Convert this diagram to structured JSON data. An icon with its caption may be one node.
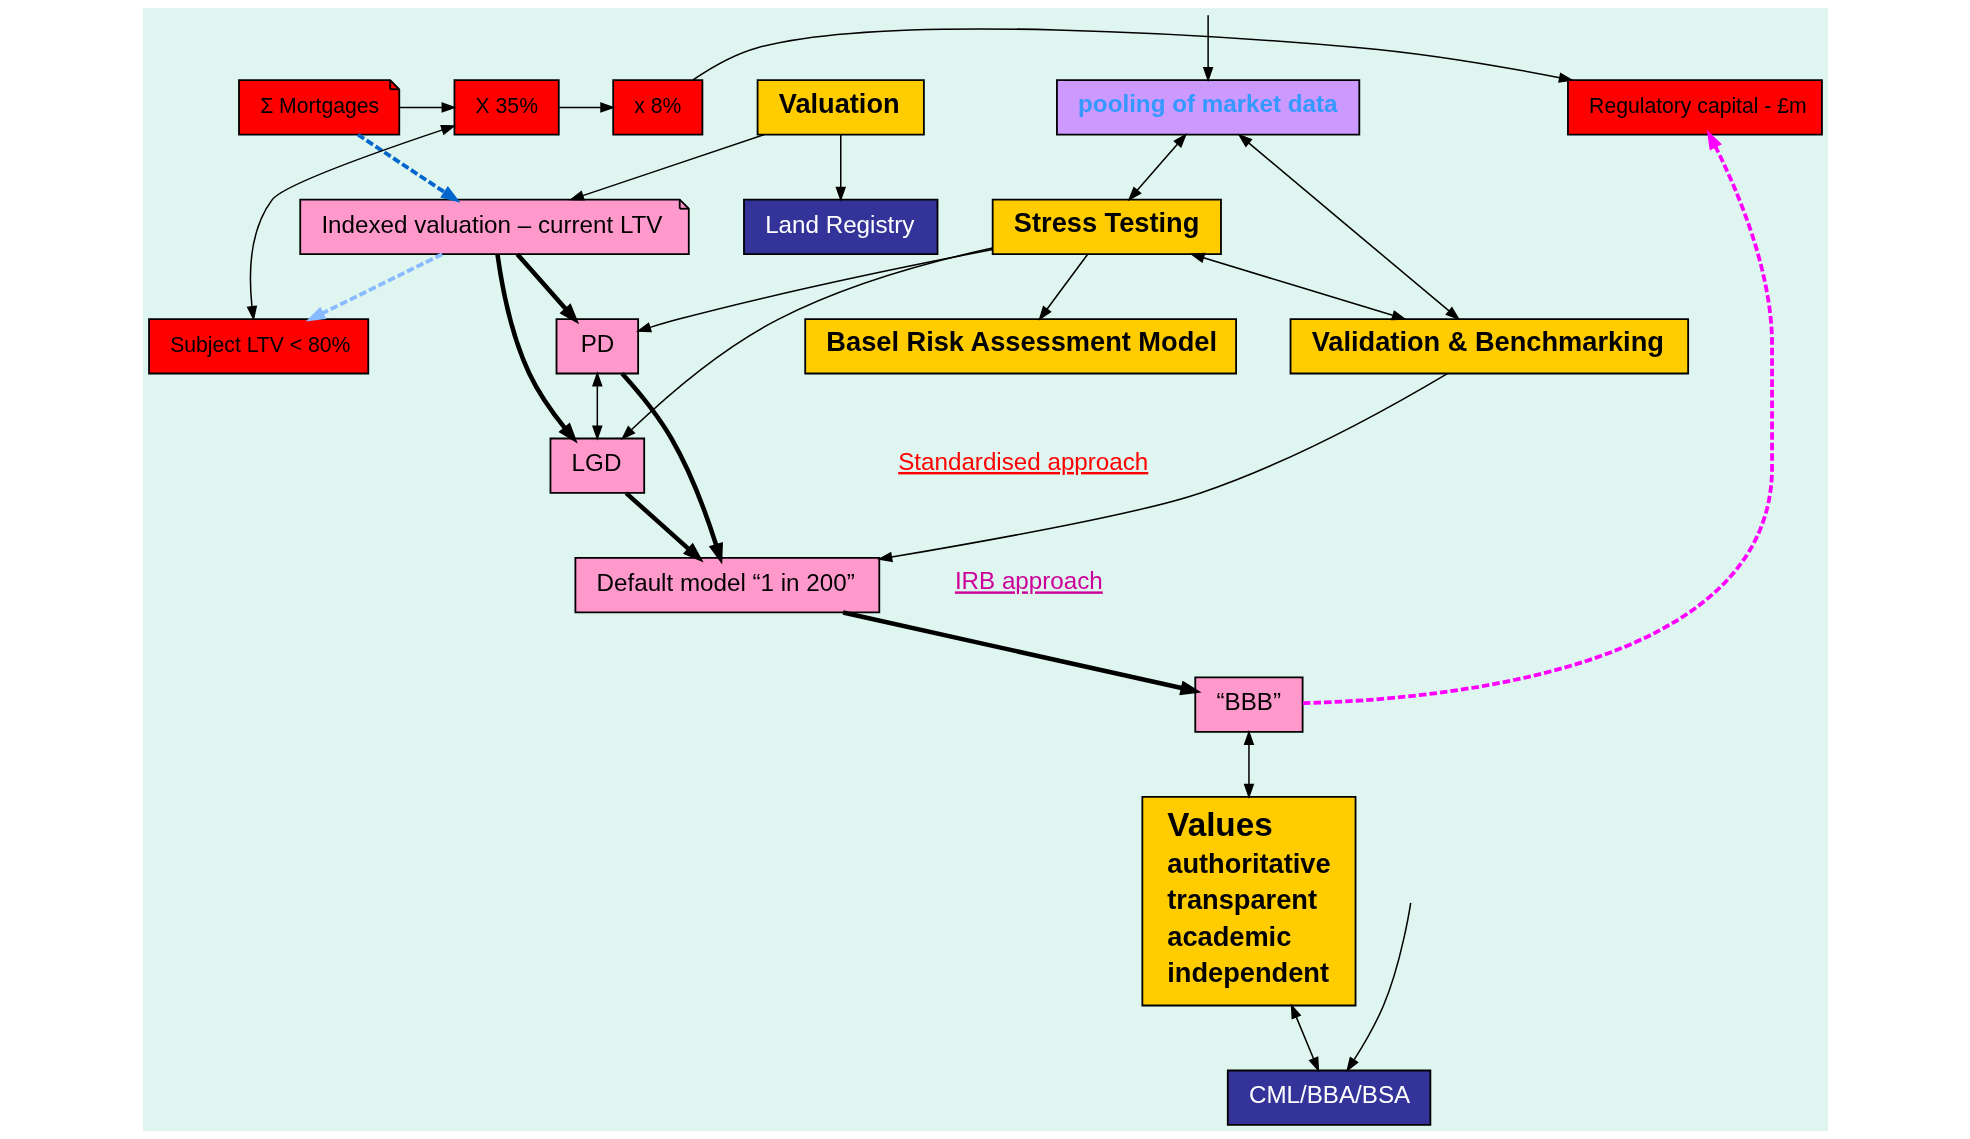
{
  "diagram": {
    "nodes": [
      {
        "text": [
          "Σ Mortgages"
        ]
      },
      {
        "text": [
          "X 35%"
        ]
      },
      {
        "text": [
          "x 8%"
        ]
      },
      {
        "text": [
          "Regulatory capital - £m"
        ]
      },
      {
        "text": [
          "Subject LTV < 80%"
        ]
      },
      {
        "text": [
          "Basel Risk Assessment Model"
        ]
      },
      {
        "text": [
          "Indexed valuation – current LTV"
        ]
      },
      {
        "text": [
          "PD"
        ]
      },
      {
        "text": [
          "LGD"
        ]
      },
      {
        "text": [
          "Default model “1 in 200”"
        ]
      },
      {
        "text": [
          "“BBB”"
        ]
      },
      {
        "text": [
          "Values",
          "authoritative",
          "transparent",
          "academic",
          "independent"
        ]
      },
      {
        "text": [
          "Valuation"
        ]
      },
      {
        "text": [
          "Stress Testing"
        ]
      },
      {
        "text": [
          "Validation & Benchmarking"
        ]
      },
      {
        "text": [
          "Land Registry"
        ]
      },
      {
        "text": [
          "pooling of market data"
        ]
      },
      {
        "text": [
          "CML/BBA/BSA"
        ]
      }
    ],
    "edges": [
      {
        "from": 0,
        "to": 1,
        "arrow": "to"
      },
      {
        "from": 1,
        "to": 2,
        "arrow": "to"
      },
      {
        "from": 2,
        "to": 3,
        "arrow": "to"
      },
      {
        "from": 1,
        "to": 4,
        "arrow": "both"
      },
      {
        "from": 0,
        "to": 6,
        "arrow": "to",
        "style": "dashed",
        "color": "#0066cc"
      },
      {
        "from": 6,
        "to": 4,
        "arrow": "to",
        "style": "dashed",
        "color": "#88bbff"
      },
      {
        "from": 10,
        "to": 3,
        "arrow": "to",
        "style": "dashed",
        "color": "#ff00ff"
      },
      {
        "from": 6,
        "to": 7,
        "arrow": "to",
        "style": "thick"
      },
      {
        "from": 6,
        "to": 8,
        "arrow": "to",
        "style": "thick"
      },
      {
        "from": 7,
        "to": 8,
        "arrow": "both"
      },
      {
        "from": 7,
        "to": 9,
        "arrow": "to",
        "style": "thick"
      },
      {
        "from": 8,
        "to": 9,
        "arrow": "to",
        "style": "thick"
      },
      {
        "from": 9,
        "to": 10,
        "arrow": "to",
        "style": "thick"
      },
      {
        "from": 10,
        "to": 11,
        "arrow": "both"
      },
      {
        "from": 13,
        "to": 8,
        "arrow": "to"
      },
      {
        "from": 13,
        "to": 5,
        "arrow": "to"
      },
      {
        "from": 13,
        "to": 14,
        "arrow": "both"
      },
      {
        "from": 14,
        "to": 9,
        "arrow": "to"
      },
      {
        "from": 12,
        "to": 6,
        "arrow": "to"
      },
      {
        "from": 12,
        "to": 15,
        "arrow": "to"
      },
      {
        "from": 13,
        "to": 7,
        "arrow": "to"
      },
      {
        "from": 16,
        "to": 13,
        "arrow": "both"
      },
      {
        "from": 16,
        "to": 14,
        "arrow": "both"
      },
      {
        "from": 11,
        "to": 17,
        "arrow": "both"
      },
      {
        "from": null,
        "to": 16,
        "arrow": "to"
      },
      {
        "from": null,
        "to": 17,
        "arrow": "to"
      }
    ],
    "labels": [
      "Standardised approach",
      "IRB approach"
    ]
  }
}
